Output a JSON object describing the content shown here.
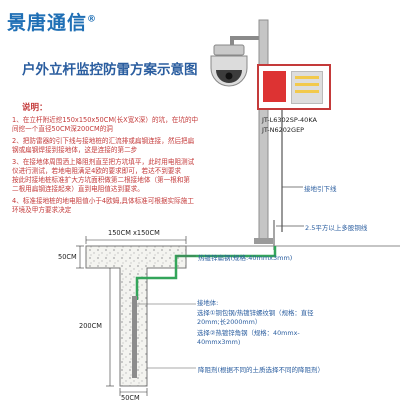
{
  "brand": {
    "name": "景唐通信",
    "mark": "®"
  },
  "title": "户外立杆监控防雷方案示意图",
  "notes": {
    "heading": "说明：",
    "items": [
      "1、在立杆附近挖150x150x50CM(长X宽X深）的坑，在坑的中",
      "间挖一个直径50CM深200CM的洞",
      "2、把防雷器的引下线与接地桩的汇流排或扁钢连接，然后把扁",
      "钢或扁钢焊接到接地体，这是连接的第二步",
      "3、在接地体周围洒上降阻剂直至把方坑填平，此时用电阻测试",
      "仪进行测试，若地电阻满足4欧的要求即可，若达不到要求",
      "按此时接地桩标准扩大方坑面积做第二根接地体（第一根和第",
      "二根用扁钢连接起来）直到电阻值达到要求。",
      "4、标准接地桩的地电阻值小于4欧姆,具体标准可根据实际施工",
      "环境及甲方要求决定"
    ]
  },
  "device_labels": [
    "JT-L6302SP-40KA",
    "JT-N6202GEP"
  ],
  "callouts": {
    "down_conductor": "接地引下线",
    "copper_wire": "2.5平方以上多股铜线",
    "flat_steel": "热镀锌扁钢(规格:40mmx3mm)"
  },
  "dimensions": {
    "pit_size": "150CM x150CM",
    "pit_depth": "50CM",
    "hole_depth": "200CM",
    "hole_width": "50CM"
  },
  "grounding": {
    "heading": "接地体:",
    "lines": [
      "选择①铜包钢/热镀锌螺纹钢（规格：直径",
      "20mm;长2000mm）",
      "选择②热镀锌角钢（规格：40mmx-",
      "40mmx3mm)"
    ]
  },
  "resistance_reducer": "降阻剂(根据不同的土质选择不同的降阻剂）",
  "colors": {
    "brand": "#1f6fb5",
    "title": "#2a5d9f",
    "notes": "#c43a3a",
    "device_frame": "#c43a3a",
    "pole": "#999999",
    "steel": "#33a55a"
  }
}
